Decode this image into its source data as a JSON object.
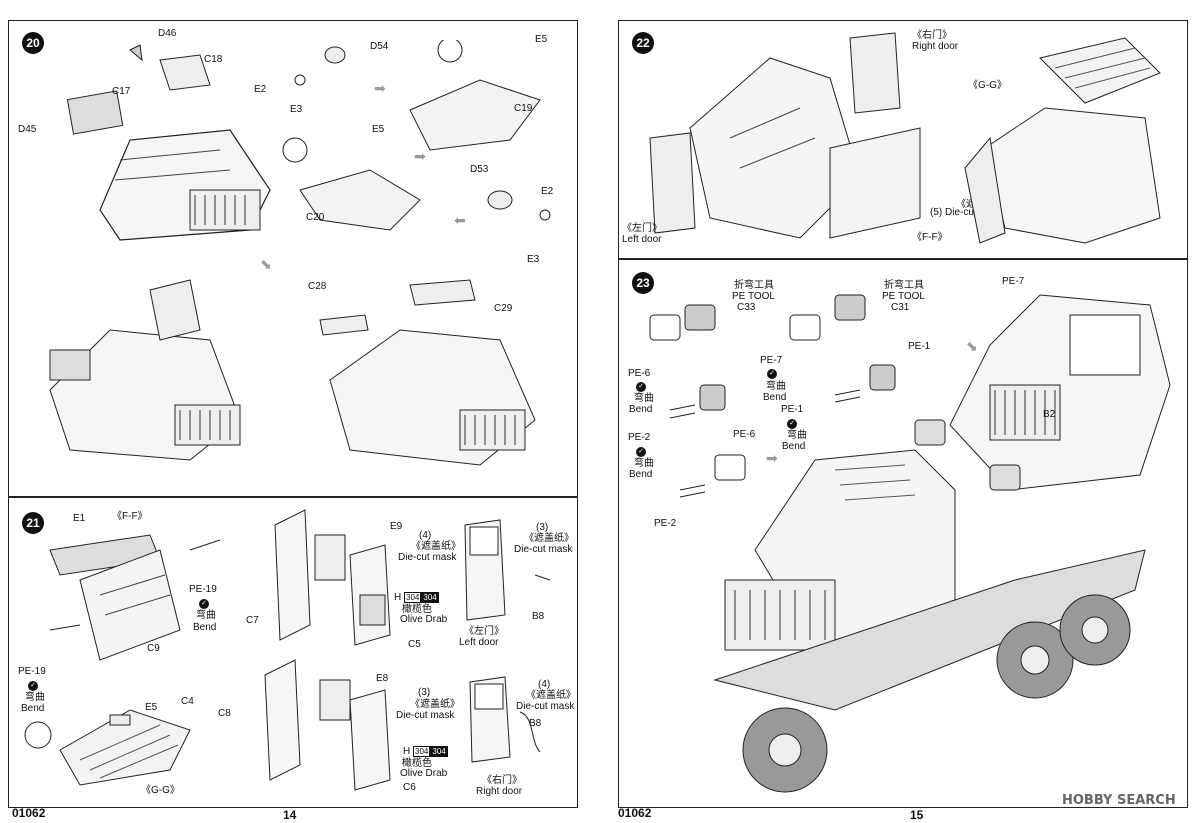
{
  "left_page": {
    "catalog": "01062",
    "page_number": "14",
    "step20": {
      "number": "20",
      "labels": {
        "D46": "D46",
        "C18": "C18",
        "C17": "C17",
        "D45": "D45",
        "D54": "D54",
        "E2a": "E2",
        "E3a": "E3",
        "E5a": "E5",
        "C19": "C19",
        "E5b": "E5",
        "C20": "C20",
        "D53": "D53",
        "E2b": "E2",
        "E3b": "E3",
        "C28": "C28",
        "C29": "C29"
      }
    },
    "step21": {
      "number": "21",
      "ff": "《F-F》",
      "gg": "《G-G》",
      "labels": {
        "E1": "E1",
        "C9": "C9",
        "PE19a": "PE-19",
        "PE19b": "PE-19",
        "bend_cn": "弯曲",
        "bend": "Bend",
        "E5": "E5",
        "C4": "C4",
        "E9": "E9",
        "C7": "C7",
        "C5": "C5",
        "H": "H",
        "paint_code": "304",
        "olive_cn": "橄榄色",
        "olive": "Olive Drab",
        "E8": "E8",
        "C8": "C8",
        "C6": "C6",
        "mask4": "(4)",
        "mask3": "(3)",
        "mask_cn": "《遮盖纸》",
        "mask": "Die-cut mask",
        "B8a": "B8",
        "B8b": "B8",
        "left_door_cn": "《左门》",
        "left_door": "Left  door",
        "right_door_cn": "《右门》",
        "right_door": "Right door"
      }
    }
  },
  "right_page": {
    "catalog": "01062",
    "page_number": "15",
    "watermark": "HOBBY SEARCH",
    "step22": {
      "number": "22",
      "right_door_cn": "《右门》",
      "right_door": "Right door",
      "gg": "《G-G》",
      "left_door_cn": "《左门》",
      "left_door": "Left door",
      "mask_cn": "《遮盖纸》",
      "mask": "(5) Die-cut mask",
      "ff": "《F-F》"
    },
    "step23": {
      "number": "23",
      "tool_cn": "折弯工具",
      "tool": "PE TOOL",
      "C33": "C33",
      "C31": "C31",
      "PE7a": "PE-7",
      "PE7b": "PE-7",
      "PE1a": "PE-1",
      "PE1b": "PE-1",
      "PE6a": "PE-6",
      "PE6b": "PE-6",
      "PE2a": "PE-2",
      "PE2b": "PE-2",
      "bend_cn": "弯曲",
      "bend": "Bend",
      "B2": "B2"
    }
  }
}
